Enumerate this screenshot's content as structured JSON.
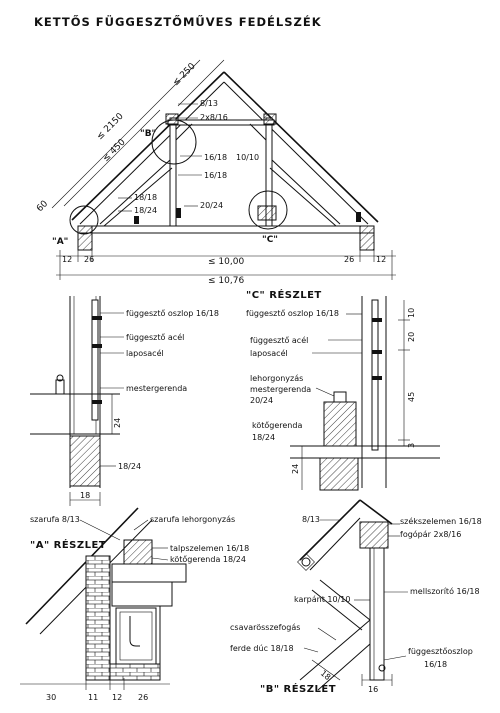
{
  "title": "KETTŐS FÜGGESZTŐMŰVES FEDÉLSZÉK",
  "main": {
    "dims": {
      "d2150": "≤ 2150",
      "d450": "≤ 450",
      "d250": "≤ 250",
      "d60": "60",
      "d12l": "12",
      "d26l": "26",
      "d26r": "26",
      "d12r": "12",
      "span": "≤ 10,00",
      "total": "≤ 10,76"
    },
    "labels": {
      "p813": "8/13",
      "p2x816": "2x8/16",
      "p1618a": "16/18",
      "p1010": "10/10",
      "p1618b": "16/18",
      "p1818": "18/18",
      "p1824": "18/24",
      "p2024": "20/24"
    },
    "callouts": {
      "a": "\"A\"",
      "b": "\"B\"",
      "c": "\"C\""
    }
  },
  "detail_left": {
    "labels": {
      "oszlop": "függesztő oszlop 16/18",
      "acel": "függesztő acél",
      "lapos": "laposacél",
      "mester": "mestergerenda",
      "size": "18/24"
    },
    "dims": {
      "d24": "24",
      "d18": "18"
    }
  },
  "detail_c": {
    "heading": "\"C\" RÉSZLET",
    "labels": {
      "oszlop": "függesztő oszlop 16/18",
      "acel": "függesztő acél",
      "lapos": "laposacél",
      "lehorgonyzas": "lehorgonyzás",
      "mester": "mestergerenda",
      "mester_size": "20/24",
      "koto": "kötőgerenda",
      "koto_size": "18/24"
    },
    "dims": {
      "d10": "10",
      "d20": "20",
      "d45": "45",
      "d3": "3",
      "d24": "24"
    }
  },
  "detail_a": {
    "heading": "\"A\" RÉSZLET",
    "labels": {
      "szarufa": "szarufa 8/13",
      "lehorgonyzas": "szarufa lehorgonyzás",
      "talp": "talpszelemen 16/18",
      "koto": "kötőgerenda 18/24"
    },
    "dims": {
      "d30": "30",
      "d11": "11",
      "d12": "12",
      "d26": "26"
    }
  },
  "detail_b": {
    "heading": "\"B\" RÉSZLET",
    "labels": {
      "p813": "8/13",
      "szek": "székszelemen 16/18",
      "fogopar": "fogópár 2x8/16",
      "karpant": "karpánt 10/10",
      "mellszorito": "mellszorító 16/18",
      "csavar": "csavarösszefogás",
      "ferde": "ferde dúc 18/18",
      "fuggoszlop": "függesztőoszlop",
      "fugg_size": "16/18"
    },
    "dims": {
      "d16": "16",
      "d18": "18"
    }
  }
}
